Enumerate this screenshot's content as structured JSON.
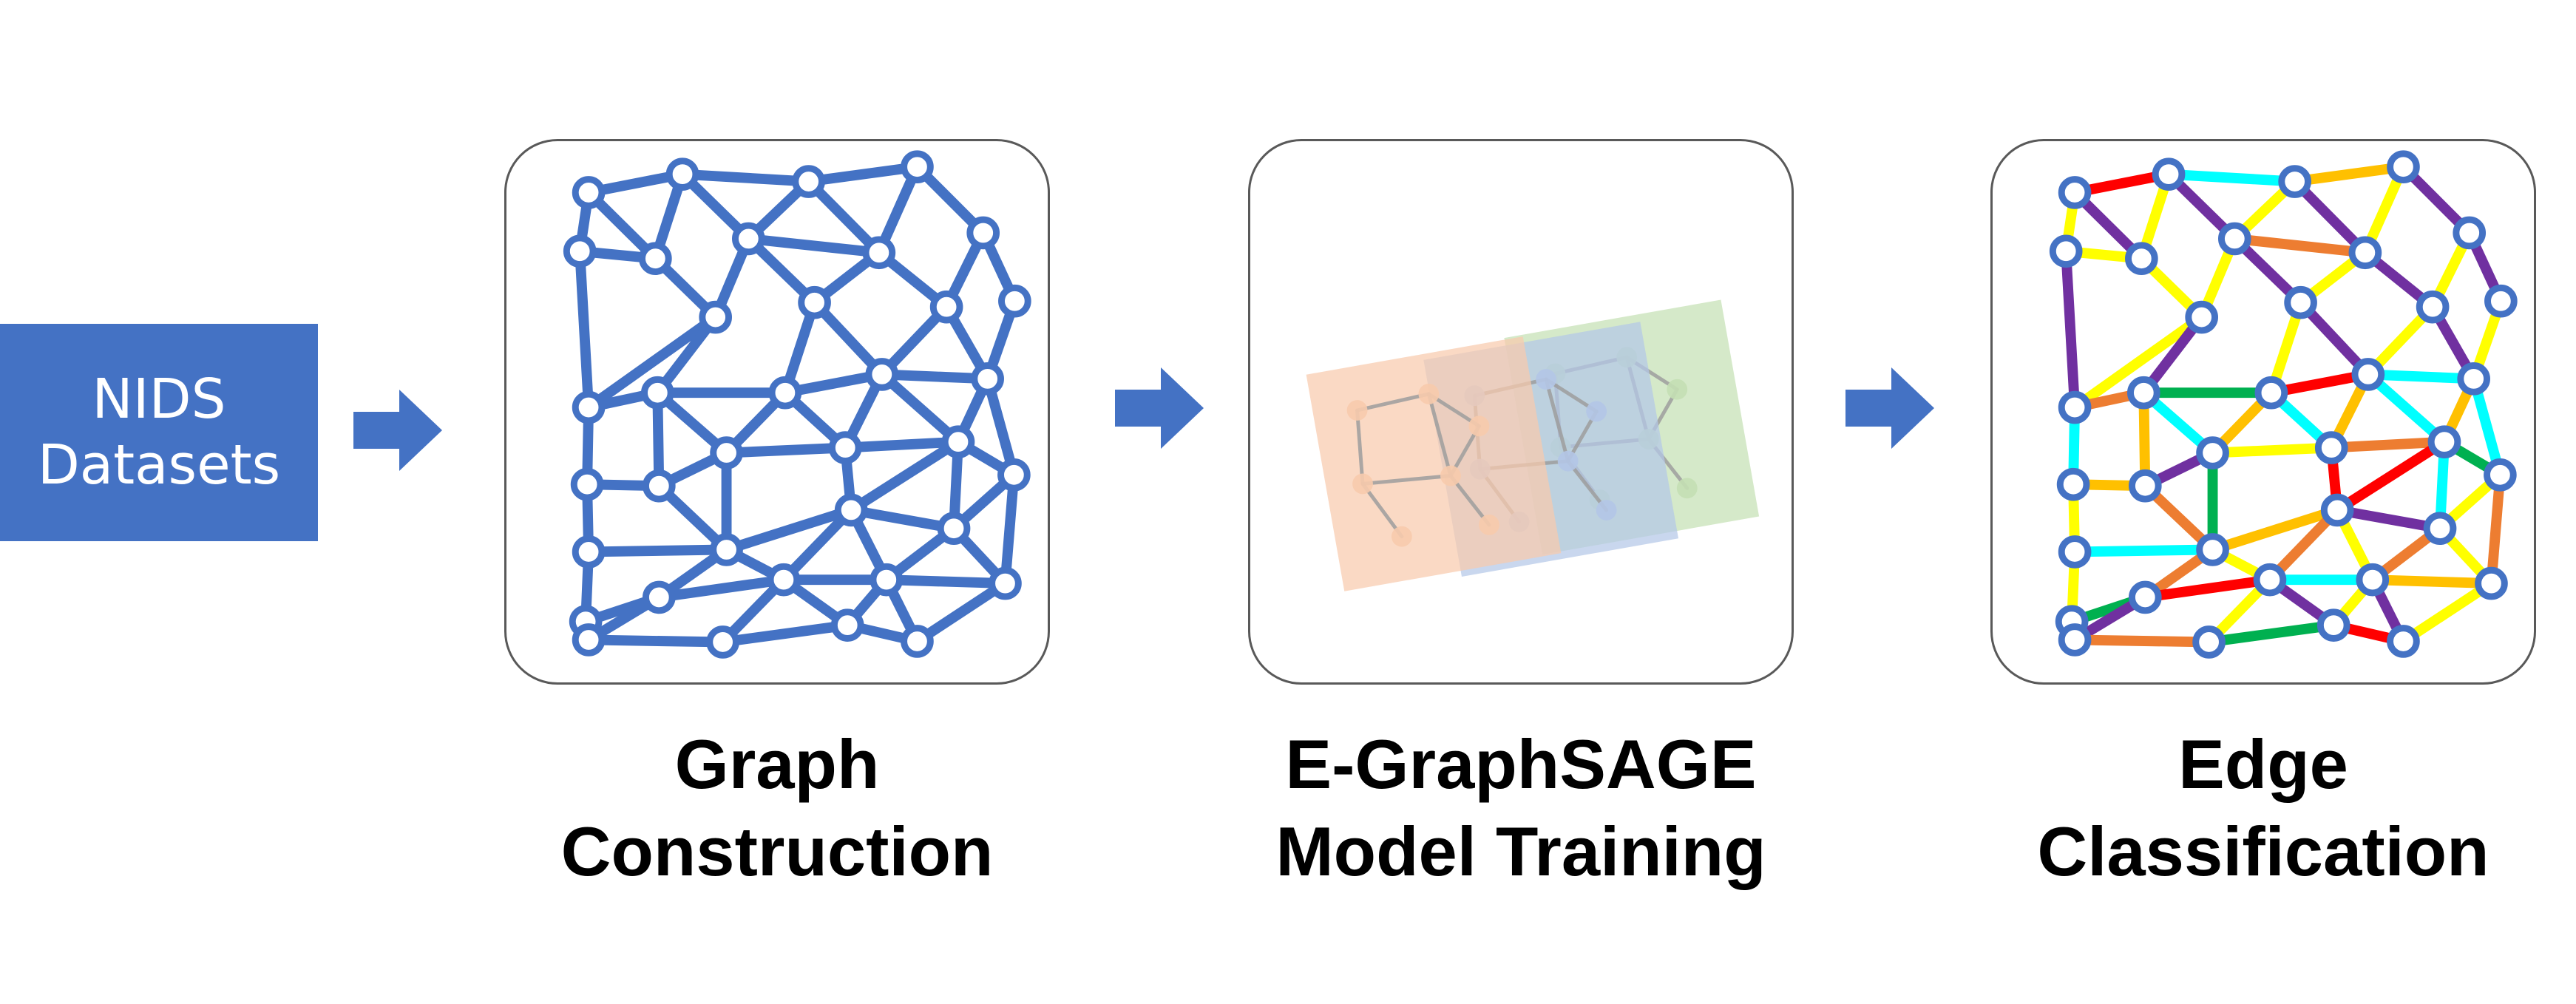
{
  "input_box": {
    "line1": "NIDS",
    "line2": "Datasets"
  },
  "stages": [
    {
      "line1": "Graph",
      "line2": "Construction"
    },
    {
      "line1": "E-GraphSAGE",
      "line2": "Model Training"
    },
    {
      "line1": "Edge",
      "line2": "Classification"
    }
  ],
  "colors": {
    "primary": "#4472c4",
    "layer_orange": "#f8cbad",
    "layer_blue": "#b4c7e7",
    "layer_green": "#c5e0b4",
    "edge_classes": [
      "#ff0000",
      "#ffc000",
      "#ffff00",
      "#00b050",
      "#00ffff",
      "#7030a0",
      "#ed7d31"
    ]
  },
  "icons": [
    "right-arrow-icon",
    "network-graph-icon",
    "layered-graph-icon",
    "colored-graph-icon"
  ]
}
